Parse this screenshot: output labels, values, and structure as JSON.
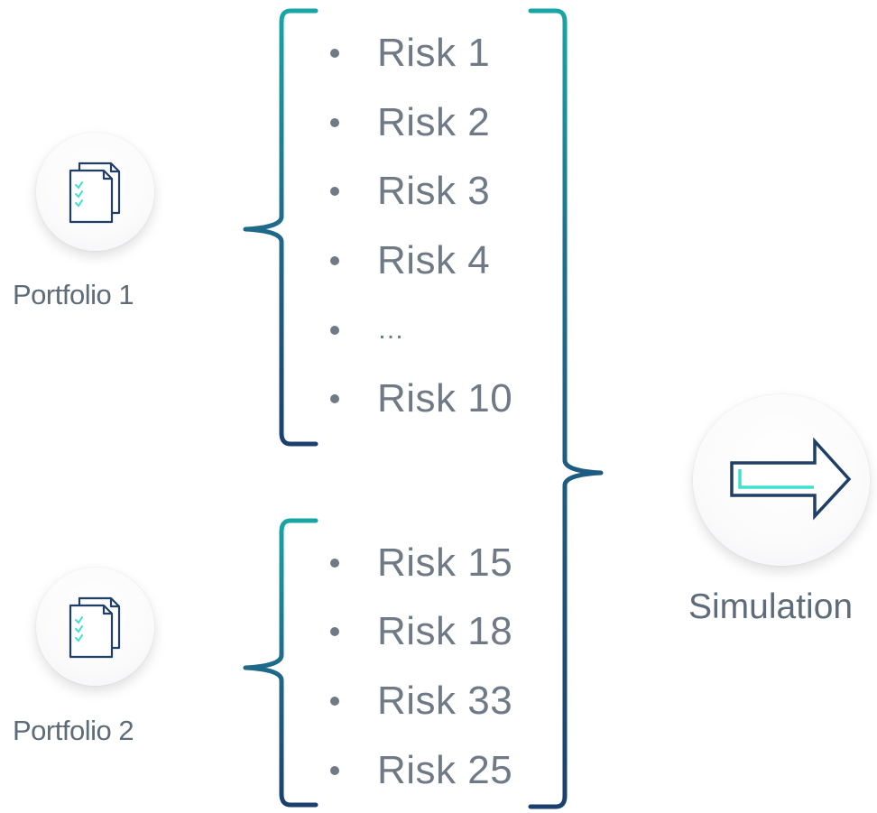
{
  "portfolios": [
    {
      "label": "Portfolio 1",
      "icon": "document-checklist-icon",
      "risks": [
        "Risk 1",
        "Risk 2",
        "Risk 3",
        "Risk 4",
        "…",
        "Risk 10"
      ]
    },
    {
      "label": "Portfolio 2",
      "icon": "document-checklist-icon",
      "risks": [
        "Risk 15",
        "Risk 18",
        "Risk 33",
        "Risk 25"
      ]
    }
  ],
  "simulation": {
    "label": "Simulation",
    "icon": "right-arrow-icon"
  },
  "colors": {
    "bracket_top": "#17a6a6",
    "bracket_bottom": "#1b3f6e",
    "icon_stroke": "#1f3f66",
    "icon_accent": "#3fe0cf",
    "text": "#5e6b78"
  }
}
